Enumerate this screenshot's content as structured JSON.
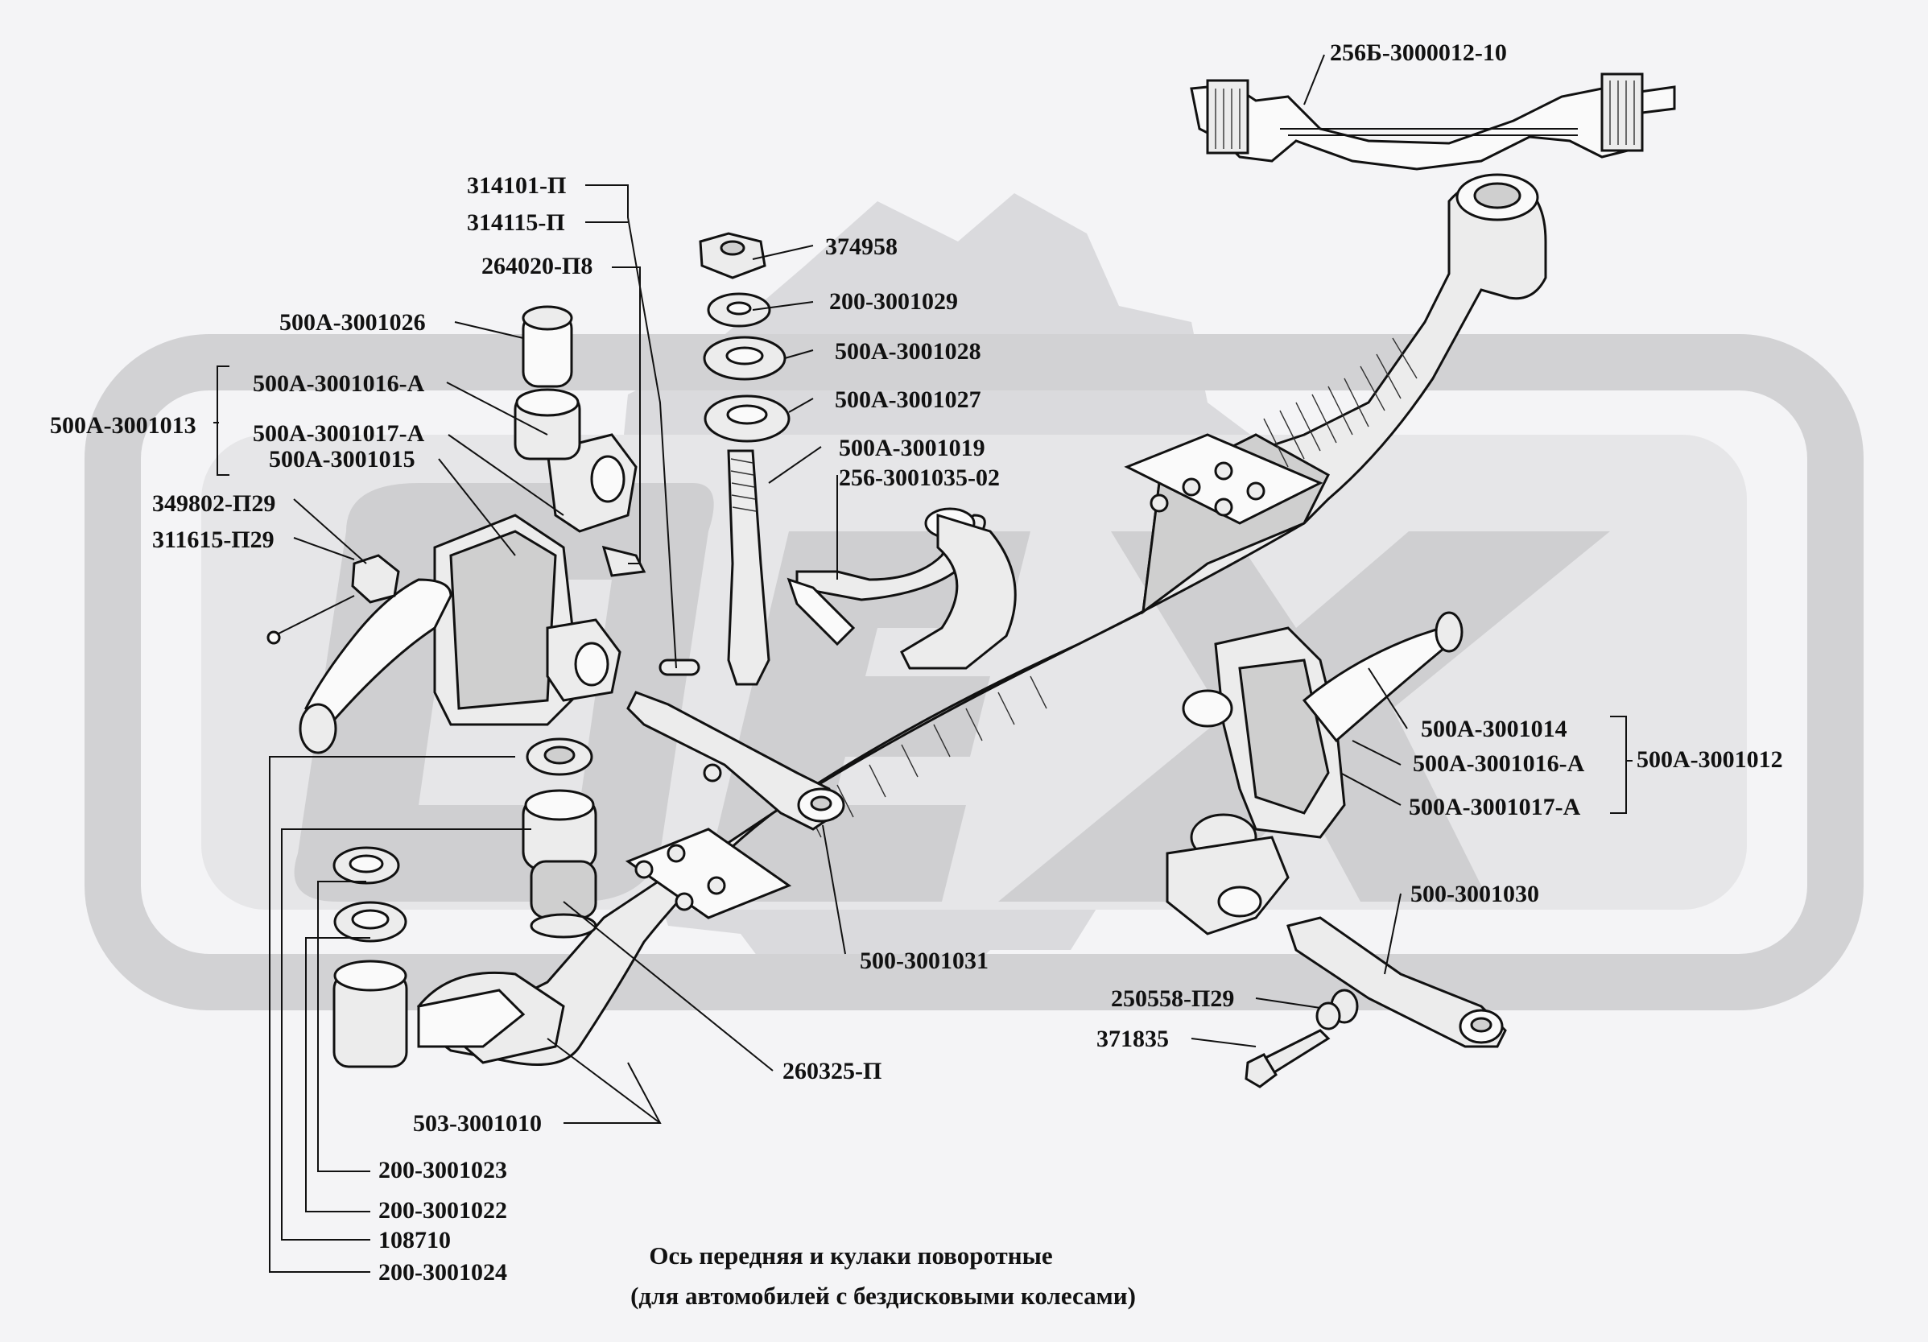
{
  "labels": {
    "l_256b": "256Б-3000012-10",
    "l_314101": "314101-П",
    "l_314115": "314115-П",
    "l_264020": "264020-П8",
    "l_374958": "374958",
    "l_200_029": "200-3001029",
    "l_500a_026": "500А-3001026",
    "l_500a_028": "500А-3001028",
    "l_500a_016a_left": "500А-3001016-А",
    "l_500a_027": "500А-3001027",
    "l_500a_013": "500А-3001013",
    "l_500a_017a_left": "500А-3001017-А",
    "l_500a_019": "500А-3001019",
    "l_500a_015": "500А-3001015",
    "l_256_035": "256-3001035-02",
    "l_349802": "349802-П29",
    "l_311615": "311615-П29",
    "l_500a_014": "500А-3001014",
    "l_500a_016a_right": "500А-3001016-А",
    "l_500a_012": "500А-3001012",
    "l_500a_017a_right": "500А-3001017-А",
    "l_500_030": "500-3001030",
    "l_500_031": "500-3001031",
    "l_250558": "250558-П29",
    "l_371835": "371835",
    "l_260325": "260325-П",
    "l_503_010": "503-3001010",
    "l_200_023": "200-3001023",
    "l_200_022": "200-3001022",
    "l_108710": "108710",
    "l_200_024": "200-3001024"
  },
  "caption": {
    "line1": "Ось передняя и кулаки поворотные",
    "line2": "(для автомобилей с бездисковыми колесами)"
  },
  "colors": {
    "background": "#f4f4f6",
    "watermark": "#d2d2d4",
    "ink": "#111111"
  }
}
